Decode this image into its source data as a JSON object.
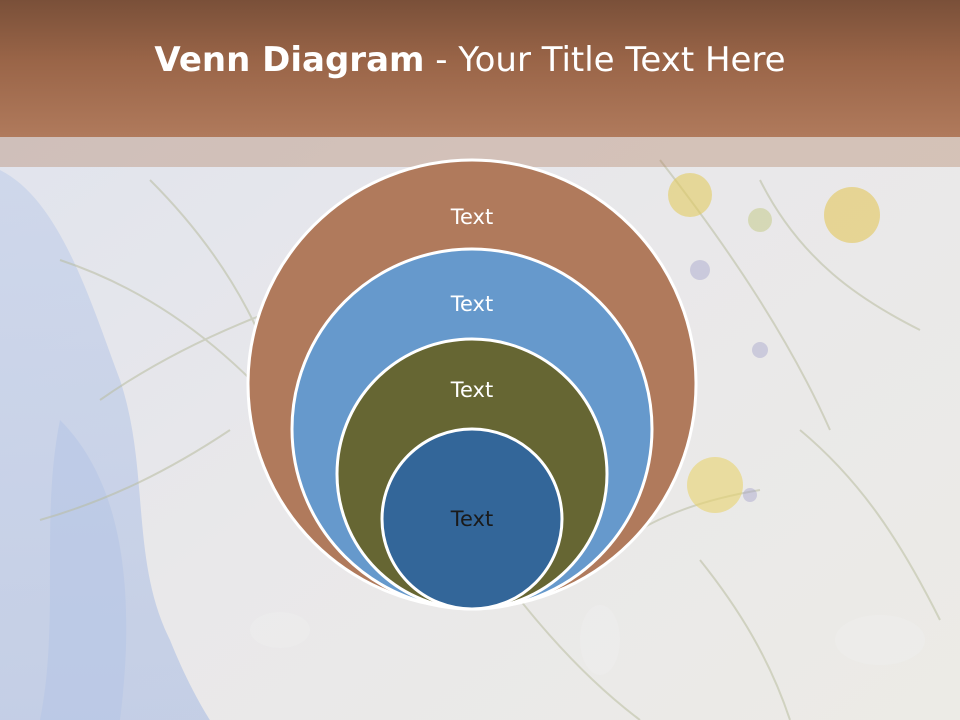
{
  "slide": {
    "title_bold": "Venn Diagram",
    "title_rest": " - Your Title Text Here"
  },
  "diagram": {
    "type": "stacked-venn",
    "circles": [
      {
        "label": "Text",
        "color": "#b07a5c"
      },
      {
        "label": "Text",
        "color": "#6699cc"
      },
      {
        "label": "Text",
        "color": "#666633"
      },
      {
        "label": "Text",
        "color": "#336699"
      }
    ],
    "stroke_color": "#ffffff"
  },
  "theme": {
    "title_bar": "#9a6548",
    "background": "#e6e8ef"
  }
}
